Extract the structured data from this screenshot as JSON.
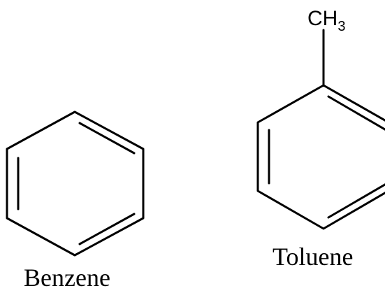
{
  "molecules": {
    "benzene": {
      "name": "Benzene"
    },
    "toluene": {
      "name": "Toluene",
      "substituent": {
        "main": "CH",
        "subscript": "3"
      }
    }
  },
  "colors": {
    "bond": "#000000",
    "text": "#000000",
    "background": "#ffffff"
  }
}
